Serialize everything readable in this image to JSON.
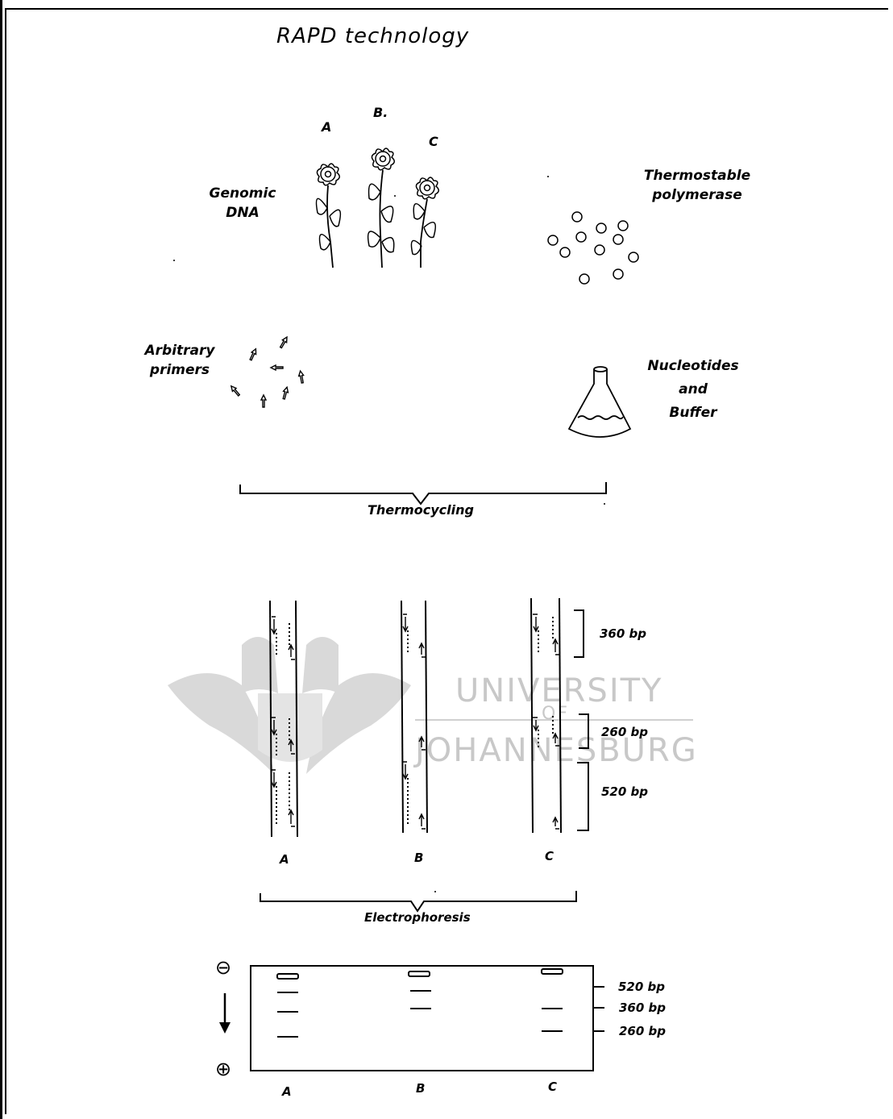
{
  "title": "RAPD technology",
  "plants": {
    "label_a": "A",
    "label_b": "B.",
    "label_c": "C"
  },
  "genomic_dna": [
    "Genomic",
    "DNA"
  ],
  "polymerase": [
    "Thermostable",
    "polymerase"
  ],
  "primers": [
    "Arbitrary",
    "primers"
  ],
  "nucleotides": [
    "Nucleotides",
    "and",
    "Buffer"
  ],
  "thermocycling": "Thermocycling",
  "strands": {
    "bracket_labels": [
      "360 bp",
      "260 bp",
      "520 bp"
    ],
    "lane_labels": [
      "A",
      "B",
      "C"
    ]
  },
  "electrophoresis": "Electrophoresis",
  "gel": {
    "negative": "⊖",
    "positive": "⊕",
    "size_labels": [
      "520 bp",
      "360 bp",
      "260 bp"
    ],
    "lane_labels": [
      "A",
      "B",
      "C"
    ]
  },
  "watermark": {
    "line1": "UNIVERSITY",
    "line2": "OF",
    "line3": "JOHANNESBURG"
  }
}
